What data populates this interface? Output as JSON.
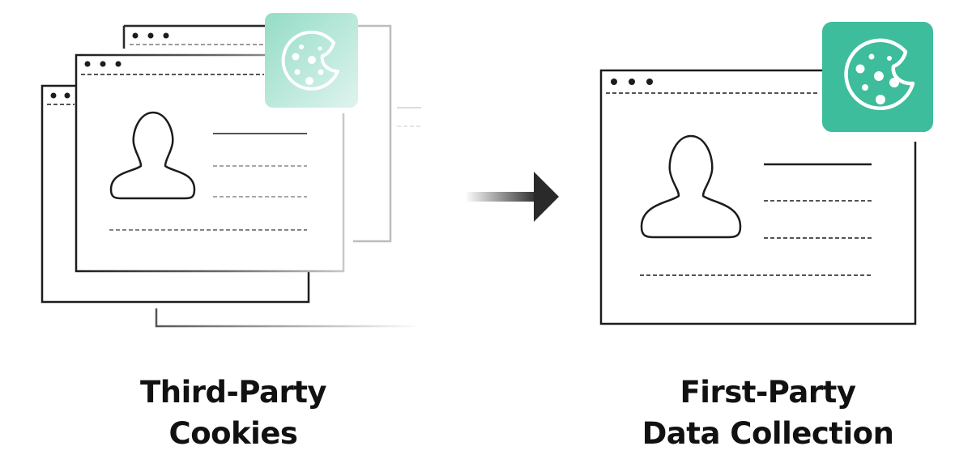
{
  "left": {
    "caption_line1": "Third-Party",
    "caption_line2": "Cookies"
  },
  "right": {
    "caption_line1": "First-Party",
    "caption_line2": "Data Collection"
  },
  "colors": {
    "cookie_solid": "#3dbd9b",
    "cookie_faded": "#a8e3d2",
    "outline": "#1c1c1c",
    "text": "#111111"
  }
}
